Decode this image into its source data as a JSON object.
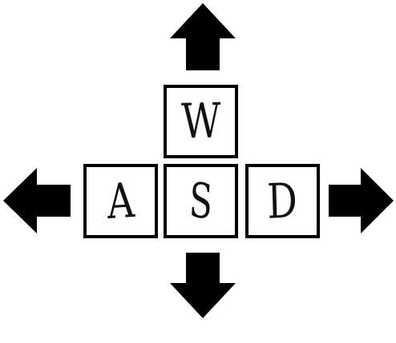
{
  "keys": {
    "up": {
      "letter": "W"
    },
    "left": {
      "letter": "A"
    },
    "down": {
      "letter": "S"
    },
    "right": {
      "letter": "D"
    }
  },
  "icons": {
    "up": "arrow-up-icon",
    "left": "arrow-left-icon",
    "down": "arrow-down-icon",
    "right": "arrow-right-icon"
  },
  "colors": {
    "ink": "#000000",
    "background": "#ffffff"
  }
}
